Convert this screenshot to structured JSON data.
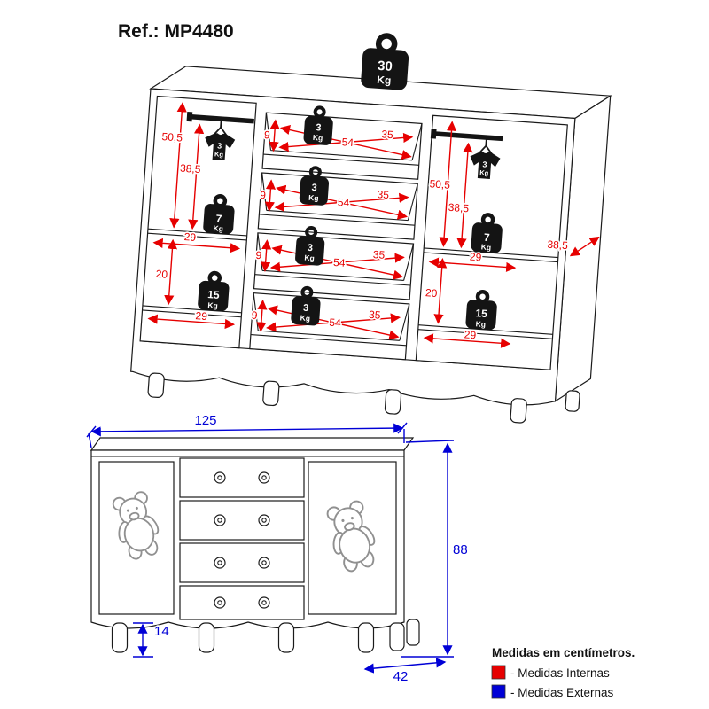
{
  "title": "Ref.: MP4480",
  "colors": {
    "internal_measure": "#e60000",
    "external_measure": "#0000d6",
    "ink": "#141414"
  },
  "internal_view": {
    "measurements": {
      "hang_space_height": "50,5",
      "rod_to_shelf_height": "38,5",
      "side_panel_depth": "38,5",
      "shelf_width": "29",
      "lower_cubby_height": "20",
      "drawer_height": "9",
      "drawer_width": "54",
      "drawer_depth": "35"
    },
    "capacities": {
      "top": {
        "value": "30",
        "unit": "Kg"
      },
      "hanging_rod": {
        "value": "3",
        "unit": "Kg"
      },
      "drawer": {
        "value": "3",
        "unit": "Kg"
      },
      "shelf": {
        "value": "7",
        "unit": "Kg"
      },
      "lower_shelf": {
        "value": "15",
        "unit": "Kg"
      }
    }
  },
  "external_view": {
    "width": "125",
    "height": "88",
    "depth": "42",
    "feet_height": "14"
  },
  "legend": {
    "heading": "Medidas em centímetros.",
    "internal_label": "- Medidas Internas",
    "external_label": "- Medidas Externas"
  }
}
